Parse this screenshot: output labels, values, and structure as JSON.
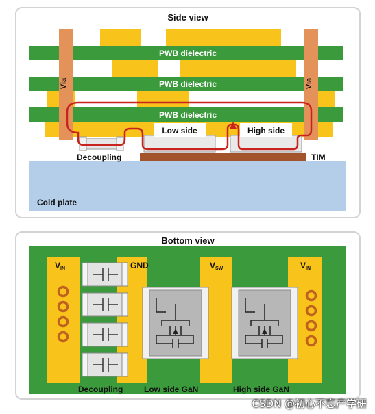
{
  "side_view": {
    "title": "Side view",
    "dielectric_label": "PWB dielectric",
    "via_label": "Via",
    "low_side_label": "Low side",
    "high_side_label": "High side",
    "decoupling_label": "Decoupling",
    "tim_label": "TIM",
    "cold_plate_label": "Cold plate"
  },
  "bottom_view": {
    "title": "Bottom view",
    "vin_label": "V",
    "vin_sub": "IN",
    "vsw_label": "V",
    "vsw_sub": "SW",
    "gnd_label": "GND",
    "decoupling_label": "Decoupling",
    "low_side_gan_label": "Low side GaN",
    "high_side_gan_label": "High side GaN"
  },
  "watermark": "CSDN @初心不忘产学研",
  "colors": {
    "dielectric_green": "#3b9a3c",
    "copper_yellow": "#f8c31b",
    "via_orange": "#e3925a",
    "current_path_red": "#c8231e",
    "tim_brown": "#a3542c",
    "cold_plate_blue": "#b4cde9",
    "device_gray": "#b7b7b7"
  }
}
